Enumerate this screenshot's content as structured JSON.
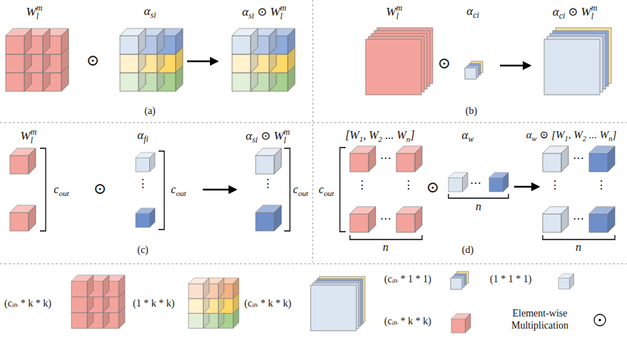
{
  "diagram": {
    "labels": [
      "W",
      "m",
      "l",
      "α",
      "si",
      "α",
      "si",
      "⊙",
      "W",
      "m",
      "l",
      "⊙",
      "(a)",
      "W",
      "m",
      "l",
      "α",
      "ci",
      "α",
      "ci",
      "⊙",
      "W",
      "m",
      "l",
      "⊙",
      "(b)",
      "W",
      "m",
      "l",
      "α",
      "fi",
      "α",
      "si",
      "⊙",
      "W",
      "m",
      "l",
      "c",
      "out",
      "⊙",
      "⋮",
      "c",
      "out",
      "⋮",
      "c",
      "out",
      "(c)",
      "[W",
      "1",
      ", W",
      "2",
      " ... W",
      "n",
      "]",
      "α",
      "w",
      "α",
      "w",
      "⊙",
      "[W",
      "1",
      ", W",
      "2",
      " ... W",
      "n",
      "]",
      "c",
      "out",
      "⋯",
      "⋮",
      "⋮",
      "⋯",
      "n",
      "⊙",
      "⋯",
      "n",
      "⋯",
      "⋮",
      "⋮",
      "⋯",
      "n",
      "(d)"
    ],
    "legend": [
      {
        "text": "(cᵢₙ * k * k)"
      },
      {
        "text": "(1 * k * k)"
      },
      {
        "text": "(cᵢₙ * k * k)"
      },
      {
        "text": "(cᵢₙ * 1 * 1)"
      },
      {
        "text": "(1 * 1 * 1)"
      },
      {
        "text": "(cᵢₙ * k * k)"
      },
      {
        "text": "Element-wise Multiplication"
      }
    ]
  }
}
